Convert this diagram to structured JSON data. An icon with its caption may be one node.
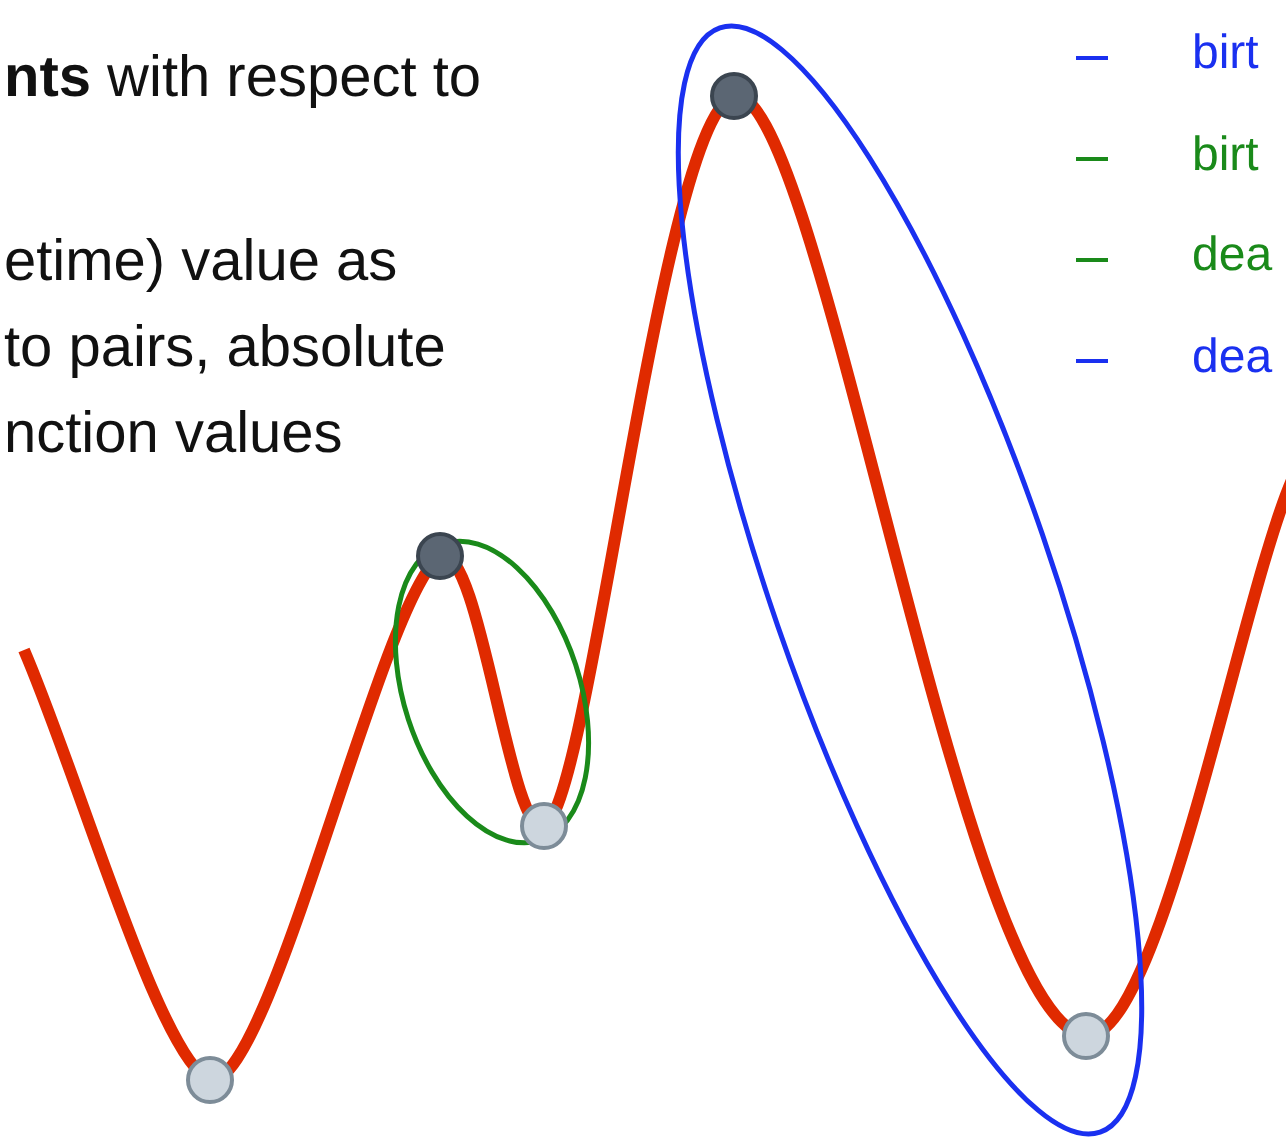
{
  "diagram": {
    "labels": [
      "**nts** with respect to",
      "etime) value as",
      "to pairs, absolute",
      "nction values",
      "birt",
      "birt",
      "dea",
      "dea"
    ]
  }
}
